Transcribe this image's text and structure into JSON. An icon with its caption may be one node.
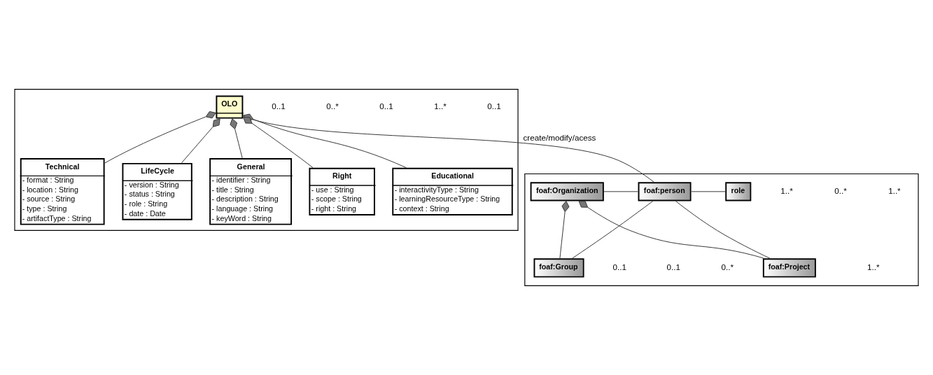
{
  "diagram": {
    "nodes": [
      {
        "text": [],
        "shape": "box"
      },
      {
        "text": [
          "foaf:Organization"
        ],
        "in": 0
      },
      {
        "text": [
          "foaf:person"
        ],
        "in": 0
      },
      {
        "text": [
          "role"
        ],
        "in": 0
      },
      {
        "text": [
          "foaf:Group"
        ],
        "in": 0
      },
      {
        "text": [
          "foaf:Project"
        ],
        "in": 0
      },
      {
        "text": [],
        "shape": "box"
      },
      {
        "text": [
          "OLO"
        ],
        "in": 6
      },
      {
        "text": [
          "General",
          "- identifier : String",
          "- title : String",
          "- description : String",
          "- language : String",
          "- keyWord : String"
        ],
        "in": 6
      },
      {
        "text": [
          "LifeCycle",
          "- version : String",
          "- status : String",
          "- role : String",
          "- date : Date"
        ],
        "in": 6
      },
      {
        "text": [
          "Technical",
          "- format : String",
          "- location : String",
          "- source : String",
          "- type : String",
          "- artifactType : String"
        ],
        "in": 6
      },
      {
        "text": [
          "Educational",
          "- interactivityType : String",
          "- learningResourceType : String",
          "- context : String"
        ],
        "in": 6
      },
      {
        "text": [
          "Right",
          "- use : String",
          "- scope : String",
          "- right : String"
        ],
        "in": 6
      }
    ],
    "edges": [
      {
        "from": 1,
        "to": 2,
        "arrow": "none"
      },
      {
        "from": 2,
        "to": 3,
        "arrow": "none"
      },
      {
        "from": 4,
        "to": 1,
        "arrow": "other"
      },
      {
        "from": 5,
        "to": 1,
        "arrow": "other"
      },
      {
        "from": 5,
        "to": 2,
        "arrow": "none"
      },
      {
        "from": 4,
        "to": 2,
        "arrow": "none"
      },
      {
        "from": 2,
        "to": 7,
        "arrow": "to",
        "label": "create/modify/acess"
      },
      {
        "from": 8,
        "to": 7,
        "arrow": "other"
      },
      {
        "from": 9,
        "to": 7,
        "arrow": "other"
      },
      {
        "from": 10,
        "to": 7,
        "arrow": "other"
      },
      {
        "from": 11,
        "to": 7,
        "arrow": "other"
      },
      {
        "from": 12,
        "to": 7,
        "arrow": "other"
      }
    ],
    "labels": [
      "1..*",
      "0..*",
      "1..*",
      "1..*",
      "0..*",
      "0..1",
      "0..1",
      "0..1",
      "1..*",
      "0..1",
      "0..*",
      "0..1"
    ]
  }
}
